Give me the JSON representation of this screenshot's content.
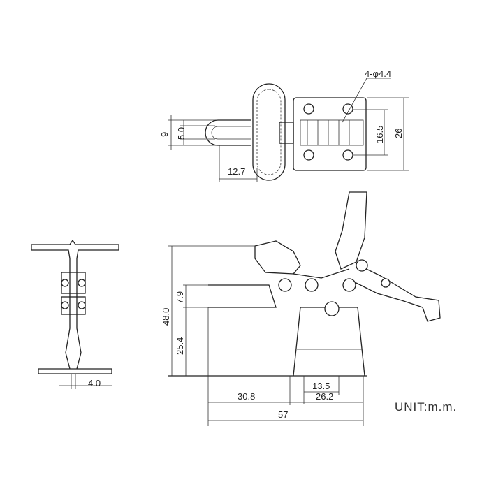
{
  "top_view": {
    "hole_label": "4-φ4.4",
    "dim_9": "9",
    "dim_5_0": "5.0",
    "dim_16_5": "16.5",
    "dim_26": "26",
    "dim_12_7": "12.7"
  },
  "side_view": {
    "dim_48_0": "48.0",
    "dim_7_9": "7.9",
    "dim_25_4": "25.4",
    "dim_13_5": "13.5",
    "dim_30_8": "30.8",
    "dim_26_2": "26.2",
    "dim_57": "57"
  },
  "front_view": {
    "dim_4_0": "4.0"
  },
  "unit_label": "UNIT:m.m."
}
